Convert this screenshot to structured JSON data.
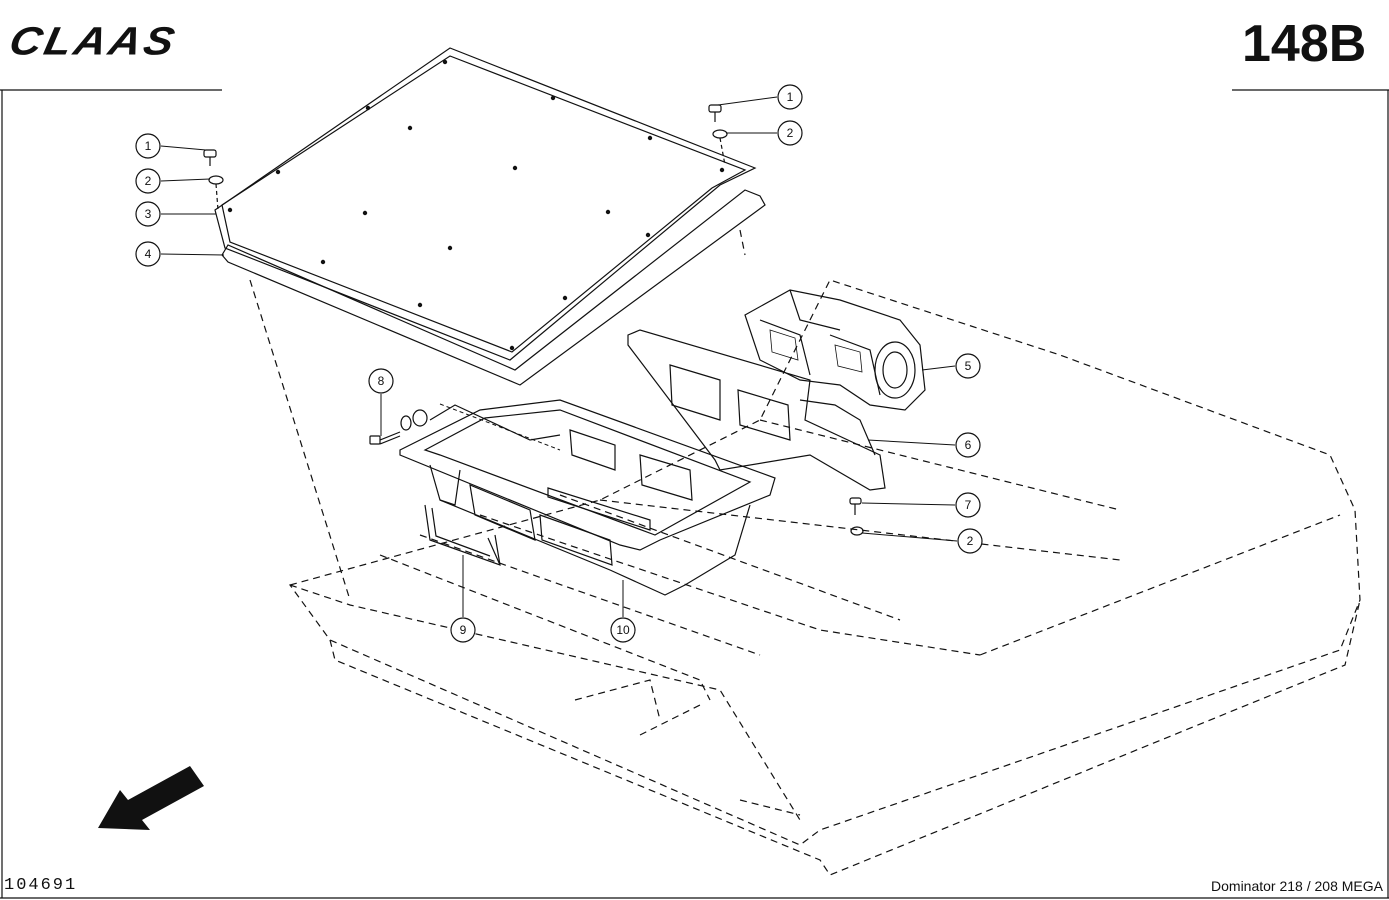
{
  "header": {
    "brand_logo": "CLAAS",
    "sheet_number": "148B"
  },
  "footer": {
    "document_number": "104691",
    "model": "Dominator 218 / 208 MEGA"
  },
  "callouts": [
    {
      "id": "c1a",
      "label": "1"
    },
    {
      "id": "c2a",
      "label": "2"
    },
    {
      "id": "c3",
      "label": "3"
    },
    {
      "id": "c4",
      "label": "4"
    },
    {
      "id": "c1b",
      "label": "1"
    },
    {
      "id": "c2b",
      "label": "2"
    },
    {
      "id": "c5",
      "label": "5"
    },
    {
      "id": "c6",
      "label": "6"
    },
    {
      "id": "c7",
      "label": "7"
    },
    {
      "id": "c2c",
      "label": "2"
    },
    {
      "id": "c8",
      "label": "8"
    },
    {
      "id": "c9",
      "label": "9"
    },
    {
      "id": "c10",
      "label": "10"
    }
  ],
  "colors": {
    "ink": "#111111",
    "paper": "#ffffff"
  }
}
